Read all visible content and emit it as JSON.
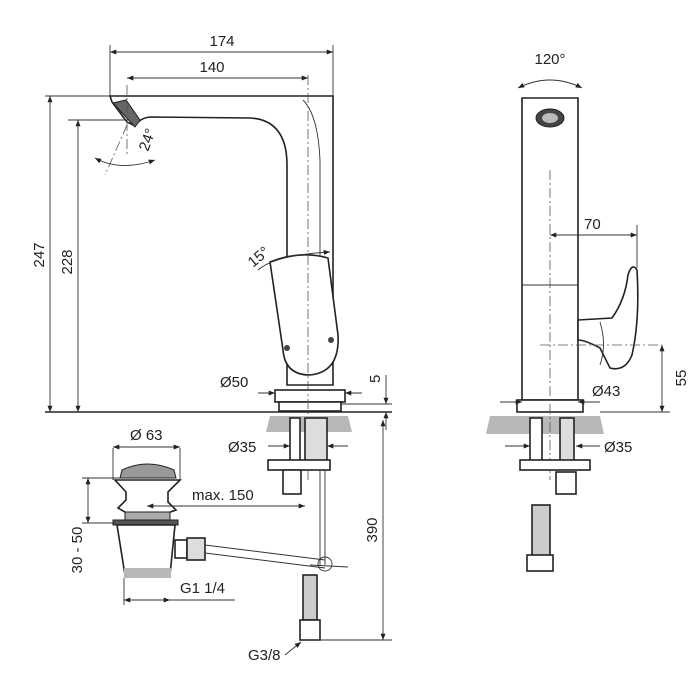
{
  "front_view": {
    "width_total": "174",
    "spout_reach": "140",
    "spout_angle": "24°",
    "height_total": "247",
    "outlet_height": "228",
    "lever_angle": "15°",
    "base_diameter": "Ø50",
    "base_height": "5",
    "shank_diameter": "Ø35"
  },
  "waste": {
    "cap_diameter": "Ø 63",
    "rod_distance": "max. 150",
    "adjust_range": "30 - 50",
    "thread": "G1 1/4",
    "supply_length": "390",
    "supply_thread": "G3/8"
  },
  "side_view": {
    "swivel_angle": "120°",
    "lever_projection": "70",
    "lever_height": "55",
    "body_diameter": "Ø43",
    "shank_diameter": "Ø35"
  },
  "colors": {
    "line": "#222222",
    "deck": "#b8b8b8"
  }
}
